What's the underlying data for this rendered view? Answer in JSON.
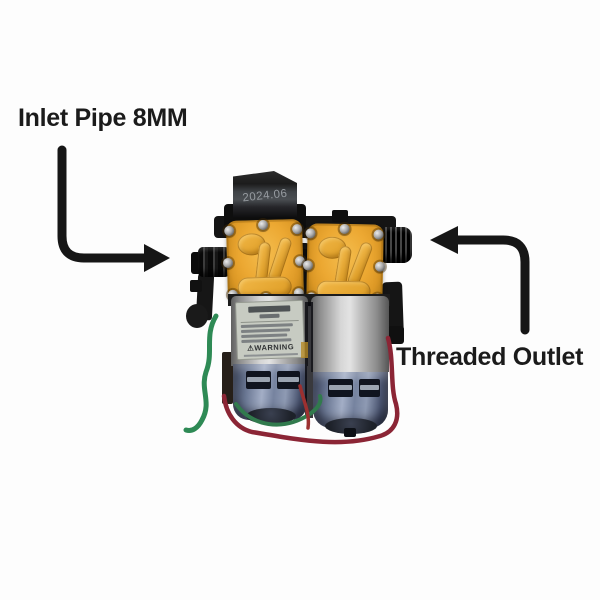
{
  "annotations": {
    "inlet_label": "Inlet Pipe 8MM",
    "outlet_label": "Threaded Outlet",
    "text_color": "#1b1b1b",
    "arrow_color": "#161616"
  },
  "pump": {
    "date_code": "2024.06",
    "warning_text": "⚠WARNING",
    "colors": {
      "head_yellow": "#eca832",
      "body_black": "#141414",
      "motor_silver": "#d6d6d6",
      "motor_blue": "#6b7894",
      "label_gray": "#c7cbc2",
      "wire_green": "#2e8a55",
      "wire_red": "#8b2535",
      "background": "#fdfdfd"
    }
  }
}
